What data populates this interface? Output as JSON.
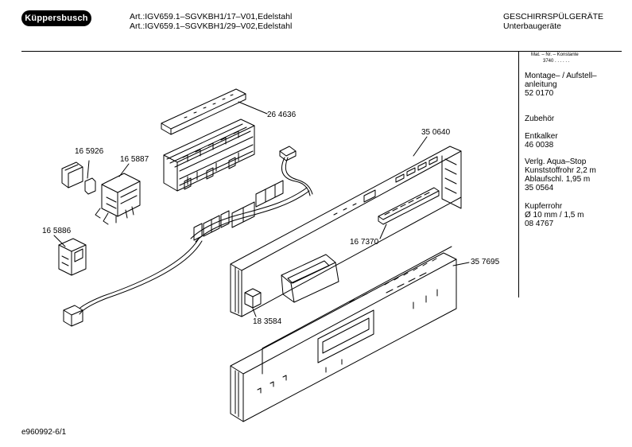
{
  "header": {
    "brand": "Küppersbusch",
    "article_lines": [
      "Art.:IGV659.1–SGVKBH1/17–V01,Edelstahl",
      "Art.:IGV659.1–SGVKBH1/29–V02,Edelstahl"
    ],
    "category": "GESCHIRRSPÜLGERÄTE",
    "subcategory": "Unterbaugeräte"
  },
  "sidebar": {
    "column_header": "Mat. – Nr. – Konstante",
    "column_value": "3740  .  .  .  .  .  .",
    "entries": [
      {
        "lines": [
          "Montage– / Aufstell–",
          "anleitung",
          "52 0170"
        ]
      },
      {
        "lines": [
          "Zubehör"
        ]
      },
      {
        "lines": [
          "Entkalker",
          "46 0038"
        ]
      },
      {
        "lines": [
          "Verlg. Aqua–Stop",
          "Kunststoffrohr 2,2 m",
          "Ablaufschl. 1,95 m",
          "35 0564"
        ]
      },
      {
        "lines": [
          "Kupferrohr",
          "Ø 10 mm / 1,5 m",
          "08 4767"
        ]
      }
    ]
  },
  "parts": [
    "26 4636",
    "16 5926",
    "16 5887",
    "16 5886",
    "35 0640",
    "16 7370",
    "35 7695",
    "18 3584"
  ],
  "footer": "e960992-6/1"
}
